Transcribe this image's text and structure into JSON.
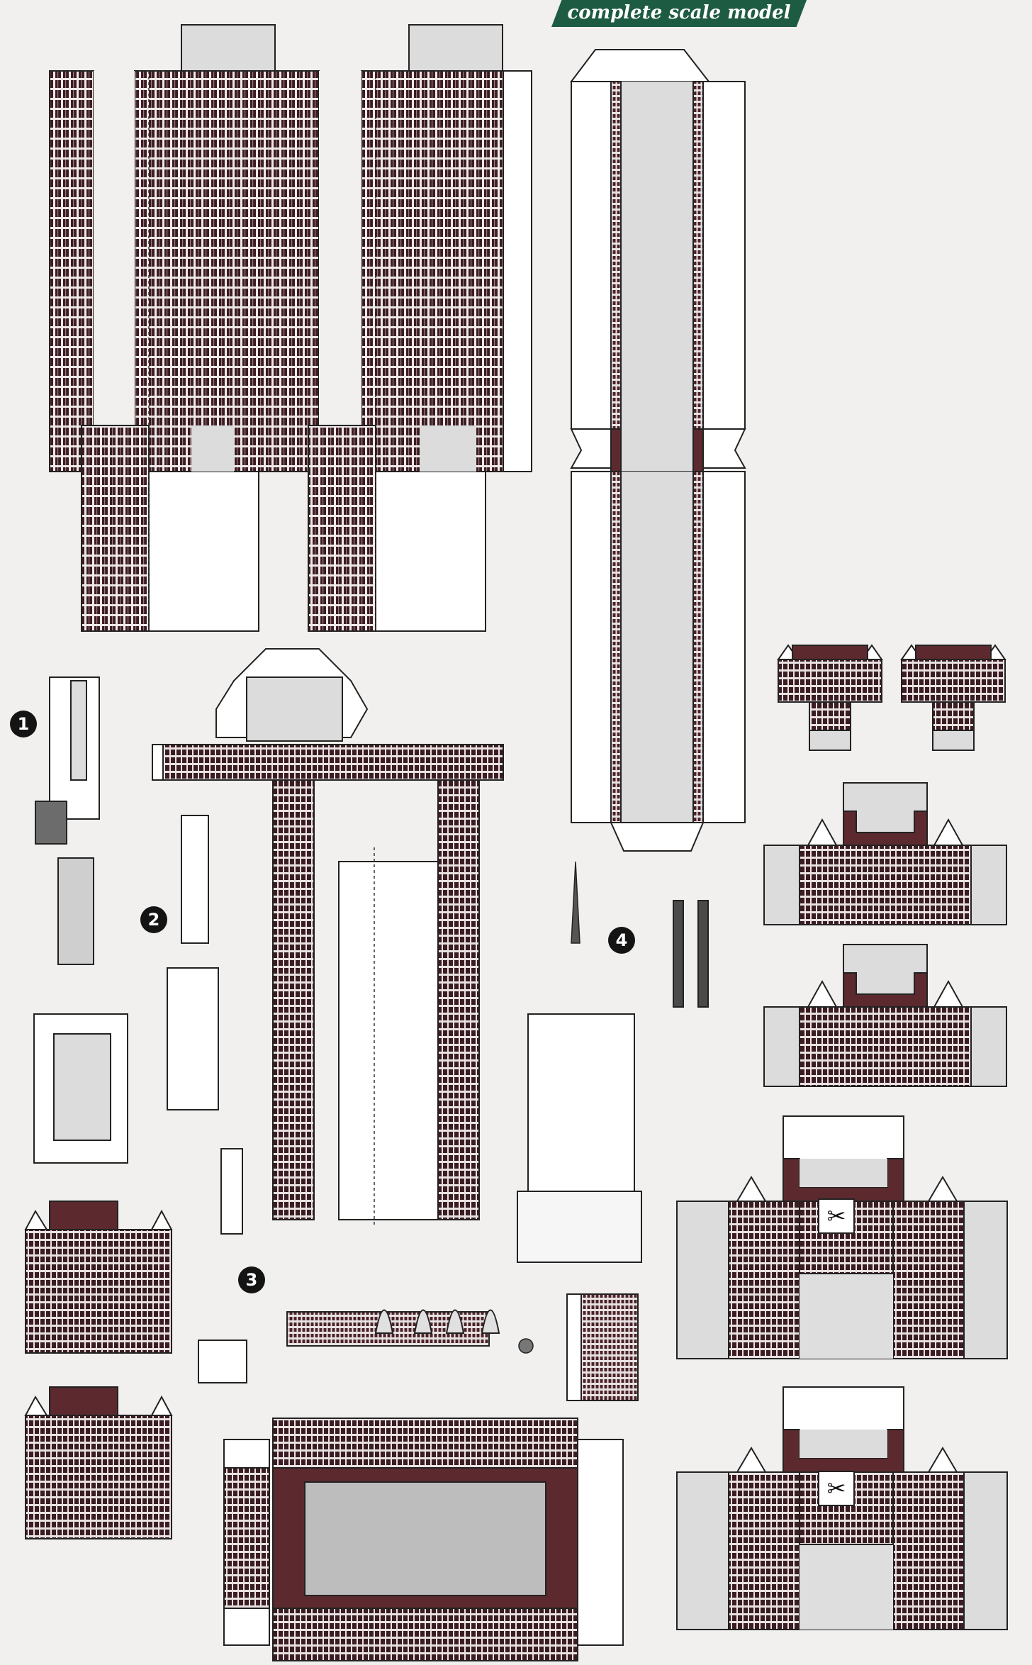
{
  "header": {
    "title": "complete scale model"
  },
  "steps": [
    "1",
    "2",
    "3",
    "4"
  ],
  "icons": {
    "scissors": "scissors-icon",
    "glyph": "✂"
  },
  "colors": {
    "paper": "#f1f0ee",
    "facade": "#5c2a2e",
    "facade_light": "#efe8e9",
    "window": "#3a1d22",
    "roof_grey": "#dcdcdc",
    "banner_green": "#1e5b43",
    "outline": "#222222"
  }
}
